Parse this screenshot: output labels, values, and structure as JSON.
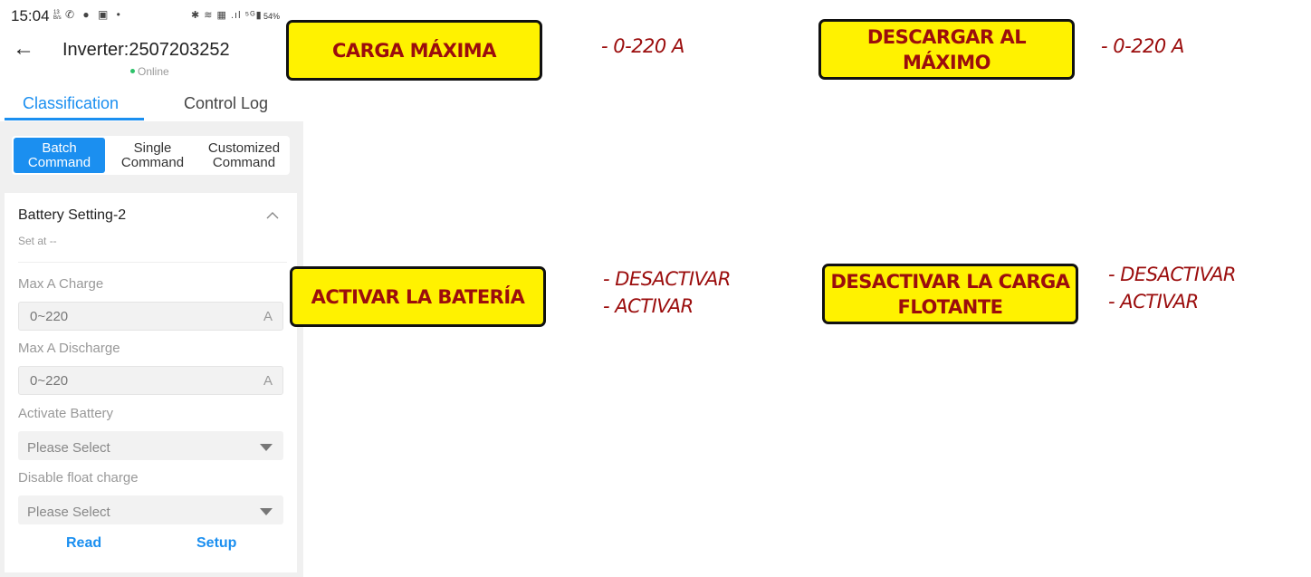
{
  "status_bar": {
    "time": "15:04",
    "speed": "13 B/s",
    "left_icons": [
      "whatsapp-icon",
      "chat-icon",
      "gallery-icon",
      "dot-icon"
    ],
    "right_icons": [
      "bluetooth-icon",
      "wifi-icon",
      "nfc-icon",
      "signal-icon",
      "5g-icon",
      "battery-icon"
    ],
    "left_glyphs": "✆ ● ▣ •",
    "right_glyphs": "✱ ≋ ▦ .ıl ⁵ᴳ▮",
    "battery": "54%"
  },
  "header": {
    "back_glyph": "←",
    "title": "Inverter:2507203252",
    "status": "Online",
    "status_color": "#2ec26a"
  },
  "tabs": [
    {
      "label": "Classification",
      "active": true
    },
    {
      "label": "Control Log",
      "active": false
    }
  ],
  "segments": [
    {
      "line1": "Batch",
      "line2": "Command",
      "active": true
    },
    {
      "line1": "Single",
      "line2": "Command",
      "active": false
    },
    {
      "line1": "Customized",
      "line2": "Command",
      "active": false
    }
  ],
  "card": {
    "title": "Battery Setting-2",
    "set_at": "Set at --",
    "fields": [
      {
        "label": "Max A Charge",
        "type": "input",
        "placeholder": "0~220",
        "unit": "A"
      },
      {
        "label": "Max A Discharge",
        "type": "input",
        "placeholder": "0~220",
        "unit": "A"
      },
      {
        "label": "Activate Battery",
        "type": "select",
        "value": "Please Select"
      },
      {
        "label": "Disable float charge",
        "type": "select",
        "value": "Please Select"
      }
    ],
    "buttons": {
      "read": "Read",
      "setup": "Setup"
    }
  },
  "annotations": [
    {
      "label": "CARGA MÁXIMA",
      "notes": [
        "- 0-220 A"
      ]
    },
    {
      "label": "DESCARGAR AL MÁXIMO",
      "notes": [
        "- 0-220 A"
      ]
    },
    {
      "label": "ACTIVAR LA BATERÍA",
      "notes": [
        "- DESACTIVAR",
        "- ACTIVAR"
      ]
    },
    {
      "label_line1": "DESACTIVAR LA CARGA",
      "label_line2": "FLOTANTE",
      "notes": [
        "- DESACTIVAR",
        "- ACTIVAR"
      ]
    }
  ],
  "colors": {
    "accent": "#1b8ff0",
    "annotation_bg": "#fff200",
    "annotation_text": "#9b0d0d"
  }
}
